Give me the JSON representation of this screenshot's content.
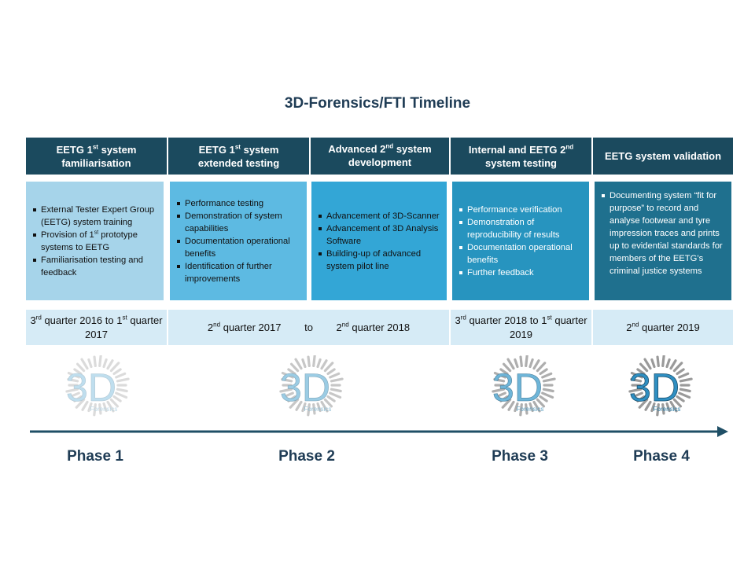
{
  "title": "3D-Forensics/FTI Timeline",
  "headers": [
    {
      "pre": "EETG 1",
      "sup": "st",
      "post": " system",
      "line2": "familiarisation"
    },
    {
      "pre": "EETG 1",
      "sup": "st",
      "post": " system",
      "line2": "extended testing"
    },
    {
      "pre": "Advanced 2",
      "sup": "nd",
      "post": " system",
      "line2": "development"
    },
    {
      "pre": "Internal and EETG 2",
      "sup": "nd",
      "post": "",
      "line2": "system testing"
    },
    {
      "pre": "EETG system validation",
      "sup": "",
      "post": "",
      "line2": ""
    }
  ],
  "columns": [
    {
      "items": [
        {
          "text": "External Tester Expert Group (EETG) system training"
        },
        {
          "pre": "Provision of 1",
          "sup": "st",
          "post": " prototype systems to EETG"
        },
        {
          "text": "Familiarisation testing and feedback"
        }
      ]
    },
    {
      "items": [
        {
          "text": "Performance testing"
        },
        {
          "text": "Demonstration of system capabilities"
        },
        {
          "text": "Documentation operational benefits"
        },
        {
          "text": "Identification of further improvements"
        }
      ]
    },
    {
      "items": [
        {
          "text": "Advancement of 3D-Scanner"
        },
        {
          "text": "Advancement of 3D Analysis Software"
        },
        {
          "text": "Building-up of advanced system pilot line"
        }
      ]
    },
    {
      "items": [
        {
          "text": "Performance verification"
        },
        {
          "text": "Demonstration of reproducibility of results"
        },
        {
          "text": "Documentation operational benefits"
        },
        {
          "text": "Further feedback"
        }
      ]
    },
    {
      "items": [
        {
          "text": "Documenting system “fit for purpose” to record and analyse footwear and tyre impression traces and prints up to evidential standards for members of the EETG’s criminal justice systems"
        }
      ]
    }
  ],
  "dates": {
    "d1": {
      "pre": "3",
      "sup": "rd",
      "mid": " quarter 2016 to 1",
      "sup2": "st",
      "post": " quarter 2017"
    },
    "d2a": {
      "pre": "2",
      "sup": "nd",
      "post": " quarter 2017"
    },
    "d2to": "to",
    "d2b": {
      "pre": "2",
      "sup": "nd",
      "post": " quarter 2018"
    },
    "d3": {
      "pre": "3",
      "sup": "rd",
      "mid": " quarter 2018 to 1",
      "sup2": "st",
      "post": " quarter 2019"
    },
    "d4": {
      "pre": "2",
      "sup": "nd",
      "post": " quarter 2019"
    }
  },
  "logo": {
    "big": "3D",
    "small": "Forensics"
  },
  "phases": [
    "Phase 1",
    "Phase 2",
    "Phase 3",
    "Phase 4"
  ],
  "colors": {
    "header_bg": "#1b4a5e",
    "col1": "#a6d4ea",
    "col2": "#5dbae2",
    "col3": "#33a6d6",
    "col4": "#2794bf",
    "col5": "#1f708e",
    "date_bg": "#d6ebf6",
    "arrow": "#1f4f66"
  }
}
